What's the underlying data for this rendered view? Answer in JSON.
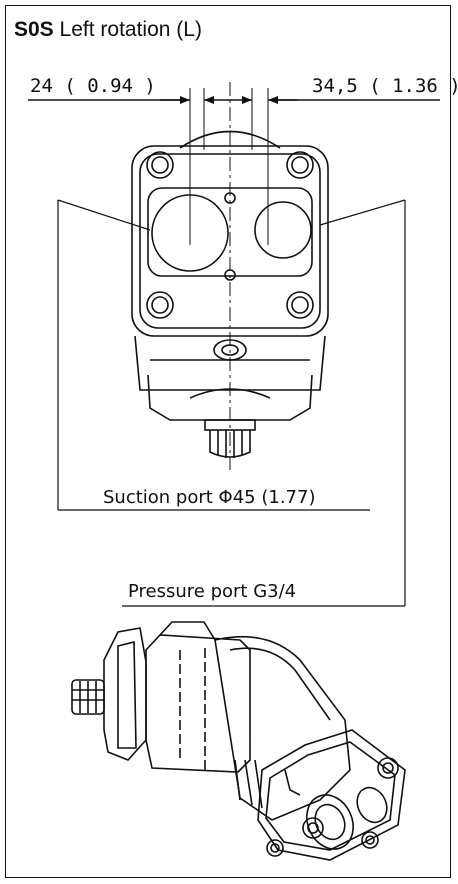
{
  "title": {
    "code": "S0S",
    "text": "Left rotation (L)"
  },
  "dimensions": {
    "left": "24 ( 0.94 )",
    "right": "34,5 ( 1.36 )"
  },
  "labels": {
    "suction": "Suction port Φ45 (1.77)",
    "pressure": "Pressure port G3/4"
  },
  "colors": {
    "line": "#111111",
    "background": "#ffffff"
  }
}
